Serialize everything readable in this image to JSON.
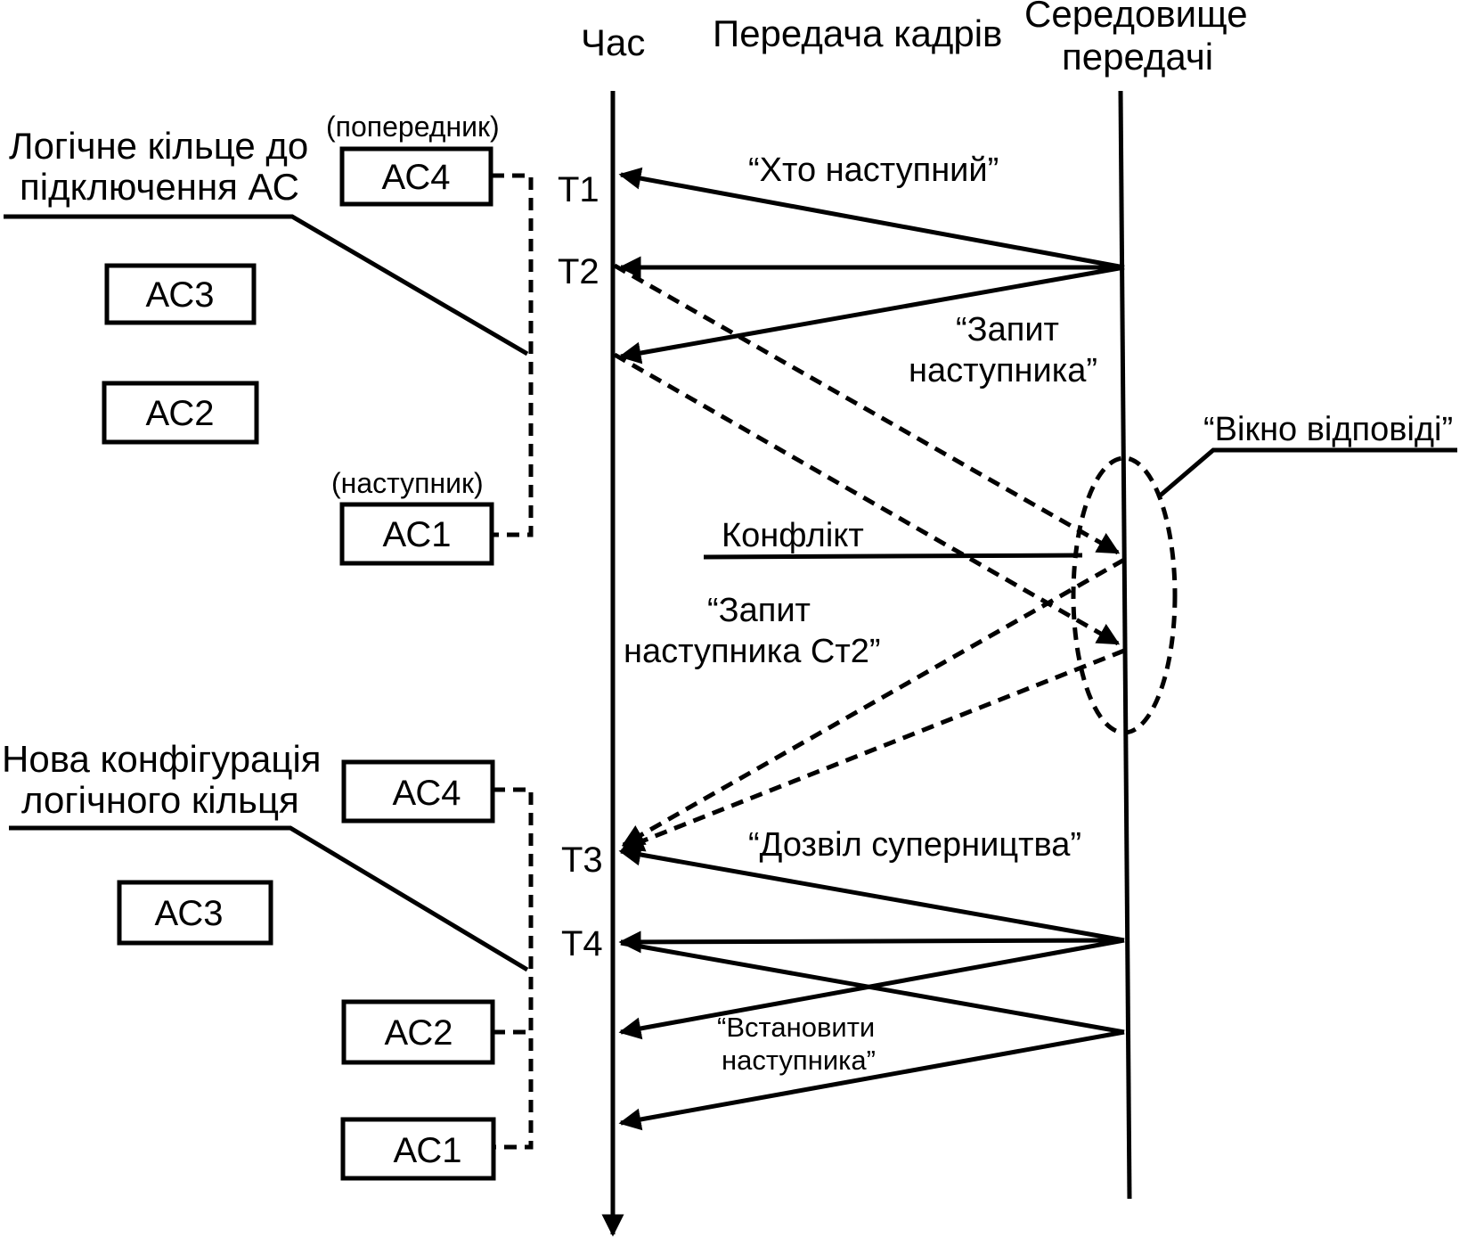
{
  "headers": {
    "time": "Час",
    "frames": "Передача кадрів",
    "medium_line1": "Середовище",
    "medium_line2": "передачі"
  },
  "ring_before": {
    "label_line1": "Логічне кільце до",
    "label_line2": "підключення АС",
    "predecessor_note": "(попередник)",
    "successor_note": "(наступник)",
    "stations": [
      "АС4",
      "АС3",
      "АС2",
      "АС1"
    ]
  },
  "ring_after": {
    "label_line1": "Нова конфігурація",
    "label_line2": "логічного кільця",
    "stations": [
      "АС4",
      "АС3",
      "АС2",
      "АС1"
    ]
  },
  "time_marks": [
    "T1",
    "T2",
    "T3",
    "T4"
  ],
  "messages": {
    "who_next": "“Хто наступний”",
    "successor_request_line1": "“Запит",
    "successor_request_line2": "наступника”",
    "response_window": "“Вікно відповіді”",
    "conflict": "Конфлікт",
    "request2_line1": "“Запит",
    "request2_line2": "наступника Ст2”",
    "contention_permit": "“Дозвіл суперництва”",
    "set_successor_line1": "“Встановити",
    "set_successor_line2": "наступника”"
  }
}
